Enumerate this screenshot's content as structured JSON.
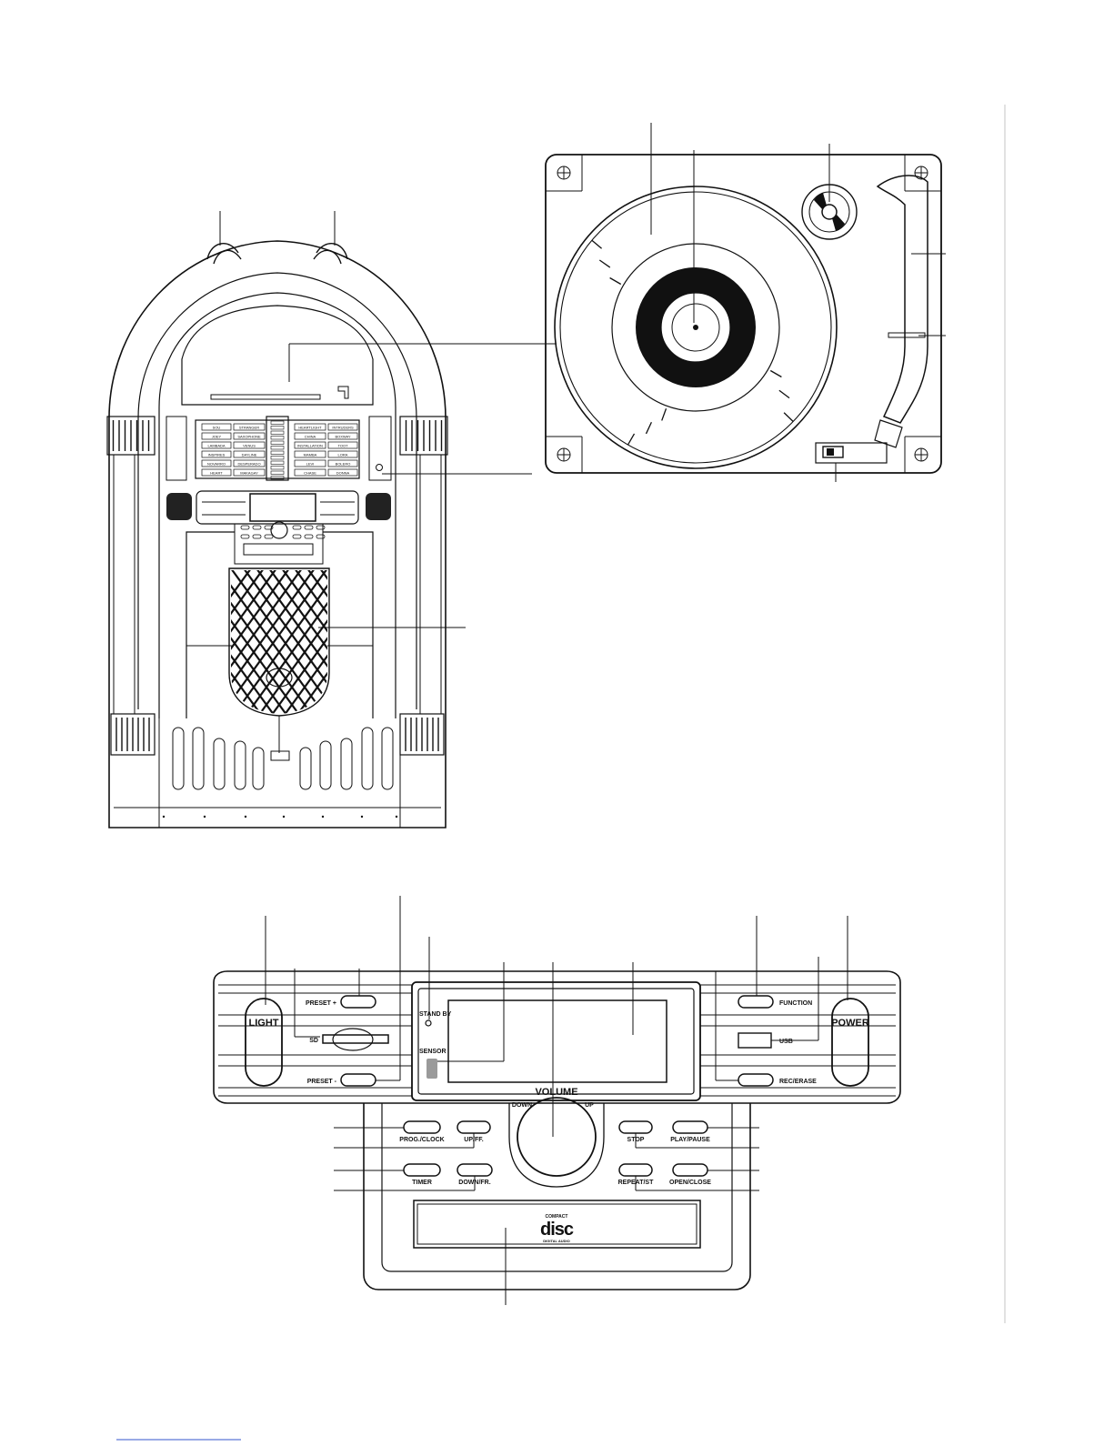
{
  "panel": {
    "light": "LIGHT",
    "power": "POWER",
    "preset_up": "PRESET +",
    "preset_down": "PRESET -",
    "sd": "SD",
    "standby": "STAND BY",
    "sensor": "SENSOR",
    "volume": "VOLUME",
    "down": "DOWN",
    "up": "UP",
    "function": "FUNCTION",
    "usb": "USB",
    "rec_erase": "REC/ERASE",
    "prog_clock": "PROG./CLOCK",
    "up_ff": "UP/FF.",
    "timer": "TIMER",
    "down_fr": "DOWN/FR.",
    "stop": "STOP",
    "play_pause": "PLAY/PAUSE",
    "repeat_st": "REPEAT/ST",
    "open_close": "OPEN/CLOSE"
  },
  "disc_logo": {
    "compact": "COMPACT",
    "disc": "disc",
    "digital_audio": "DIGITAL AUDIO"
  },
  "title_strips": {
    "left_col1": [
      "SOU",
      "JOEY",
      "LAMBADA",
      "INSPIRES",
      "NOVARRO",
      "HEART"
    ],
    "left_col2": [
      "STRANGER",
      "SAXOPHONE",
      "VENUS",
      "DAYLINE",
      "DESPERADO",
      "MAKAGAY"
    ],
    "right_col1": [
      "HEARTLIGHT",
      "CHINA",
      "INSTALLATION",
      "MAMBA",
      "LEVI",
      "CHASE"
    ],
    "right_col2": [
      "INTRUDERS",
      "BOXWAY",
      "TOOT",
      "LORA",
      "BOLERO",
      "DONNA"
    ]
  },
  "colors": {
    "line": "#111111",
    "background": "#ffffff",
    "sensor_fill": "#9a9a9a",
    "platter_dark": "#111111"
  }
}
